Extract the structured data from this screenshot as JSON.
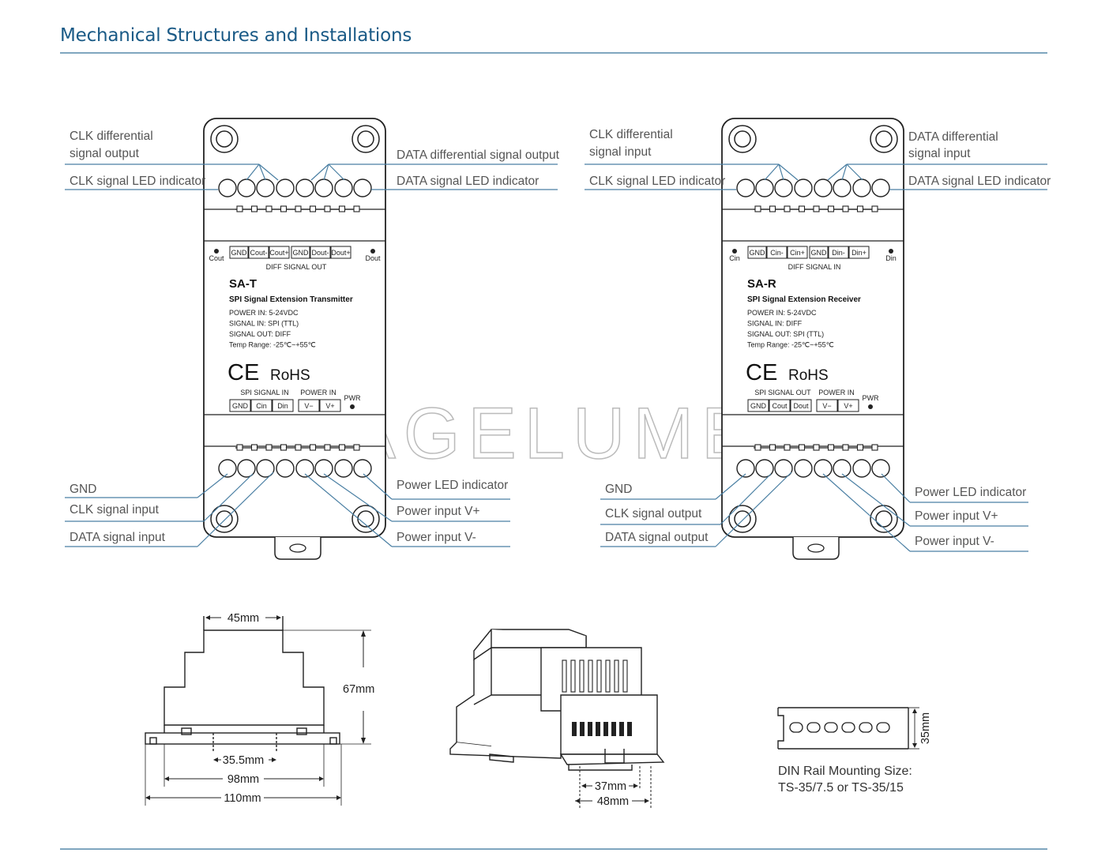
{
  "heading": "Mechanical Structures and Installations",
  "watermark": "SAGELUMEN",
  "accent_color": "#1a5a86",
  "line_color": "#4a7fa3",
  "transmitter": {
    "callouts": {
      "clk_diff": [
        "CLK differential",
        "signal output"
      ],
      "clk_led": "CLK signal LED indicator",
      "data_diff": "DATA differential signal output",
      "data_led": "DATA signal LED indicator",
      "gnd": "GND",
      "signal_clk": "CLK signal input",
      "signal_data": "DATA signal input",
      "power_led": "Power LED indicator",
      "power_vplus": "Power input V+",
      "power_vminus": "Power input V-"
    },
    "top_terminals": [
      "GND",
      "Cout-",
      "Cout+",
      "GND",
      "Dout-",
      "Dout+"
    ],
    "led_left": "Cout",
    "led_right": "Dout",
    "top_caption": "DIFF SIGNAL OUT",
    "model": "SA-T",
    "name": "SPI Signal Extension Transmitter",
    "specs": [
      "POWER IN: 5-24VDC",
      "SIGNAL IN: SPI (TTL)",
      "SIGNAL OUT: DIFF",
      "Temp Range: -25℃~+55℃"
    ],
    "ce": "CE",
    "rohs": "RoHS",
    "bottom_signal_caption": "SPI SIGNAL IN",
    "bottom_power_caption": "POWER IN",
    "bottom_signal_terminals": [
      "GND",
      "Cin",
      "Din"
    ],
    "bottom_power_terminals": [
      "V−",
      "V+"
    ],
    "pwr_label": "PWR"
  },
  "receiver": {
    "callouts": {
      "clk_diff": [
        "CLK differential",
        "signal input"
      ],
      "clk_led": "CLK signal LED indicator",
      "data_diff": [
        "DATA differential",
        "signal input"
      ],
      "data_led": "DATA signal LED indicator",
      "gnd": "GND",
      "signal_clk": "CLK signal output",
      "signal_data": "DATA signal output",
      "power_led": "Power LED indicator",
      "power_vplus": "Power input V+",
      "power_vminus": "Power input V-"
    },
    "top_terminals": [
      "GND",
      "Cin-",
      "Cin+",
      "GND",
      "Din-",
      "Din+"
    ],
    "led_left": "Cin",
    "led_right": "Din",
    "top_caption": "DIFF SIGNAL IN",
    "model": "SA-R",
    "name": "SPI Signal Extension Receiver",
    "specs": [
      "POWER IN: 5-24VDC",
      "SIGNAL IN: DIFF",
      "SIGNAL OUT: SPI (TTL)",
      "Temp Range: -25℃~+55℃"
    ],
    "ce": "CE",
    "rohs": "RoHS",
    "bottom_signal_caption": "SPI SIGNAL OUT",
    "bottom_power_caption": "POWER IN",
    "bottom_signal_terminals": [
      "GND",
      "Cout",
      "Dout"
    ],
    "bottom_power_terminals": [
      "V−",
      "V+"
    ],
    "pwr_label": "PWR"
  },
  "dimensions": {
    "width_top": "45mm",
    "height": "67mm",
    "rail_inner": "35.5mm",
    "body_width": "98mm",
    "total_width": "110mm",
    "side_inner": "37mm",
    "side_total": "48mm",
    "rail_height": "35mm"
  },
  "din_rail_note": [
    "DIN Rail Mounting Size:",
    "TS-35/7.5 or TS-35/15"
  ]
}
